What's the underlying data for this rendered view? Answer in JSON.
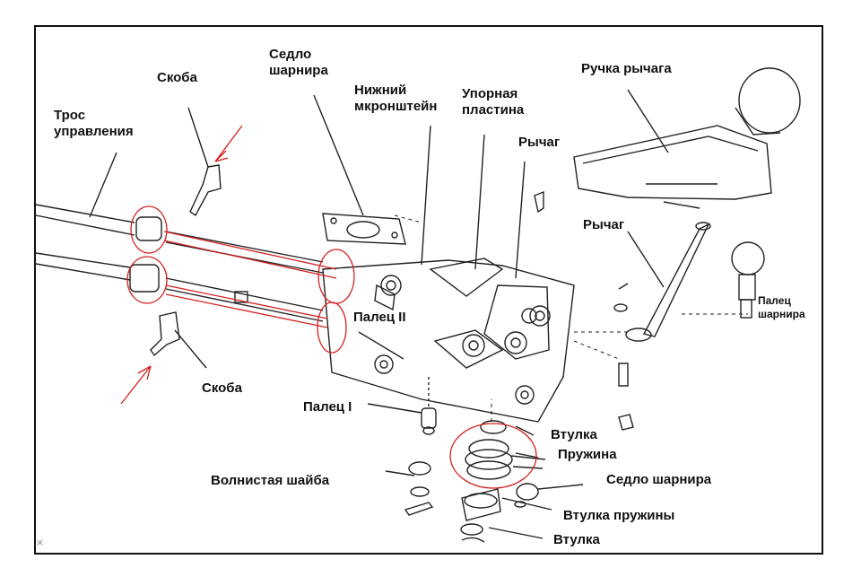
{
  "labels": {
    "skoba_top": "Скоба",
    "skoba_bottom": "Скоба",
    "tros": "Трос\nуправления",
    "sedlo_top": "Седло\nшарнира",
    "nizhniy": "Нижний\nмкронштейн",
    "upornaya": "Упорная\nпластина",
    "rychag_upper": "Рычаг",
    "rychag_lower": "Рычаг",
    "ruchka": "Ручка рычага",
    "palets_sharnira": "Палец\nшарнира",
    "palets_2": "Палец II",
    "palets_1": "Палец I",
    "vtulka_1": "Втулка",
    "pruzhina": "Пружина",
    "sedlo_bottom": "Седло шарнира",
    "volnistaya": "Волнистая шайба",
    "vtulka_pruzhiny": "Втулка пружины",
    "vtulka_2": "Втулка"
  },
  "corner_mark": "×",
  "colors": {
    "annotation": "#d42020",
    "line": "#222222"
  }
}
